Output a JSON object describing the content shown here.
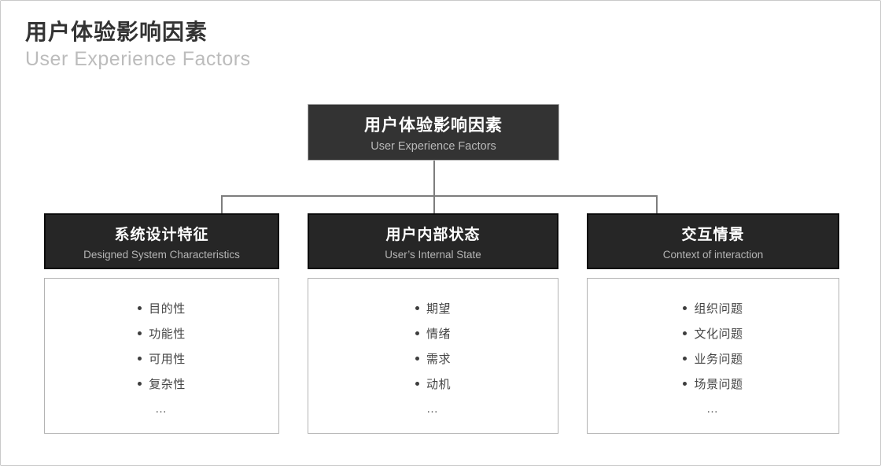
{
  "page": {
    "title_zh": "用户体验影响因素",
    "title_en": "User Experience Factors"
  },
  "root_node": {
    "title_zh": "用户体验影响因素",
    "subtitle_en": "User Experience Factors"
  },
  "branches": [
    {
      "title_zh": "系统设计特征",
      "subtitle_en": "Designed System Characteristics",
      "items": [
        "目的性",
        "功能性",
        "可用性",
        "复杂性"
      ],
      "more": "…"
    },
    {
      "title_zh": "用户内部状态",
      "subtitle_en": "User’s Internal State",
      "items": [
        "期望",
        "情绪",
        "需求",
        "动机"
      ],
      "more": "…"
    },
    {
      "title_zh": "交互情景",
      "subtitle_en": "Context of interaction",
      "items": [
        "组织问题",
        "文化问题",
        "业务问题",
        "场景问题"
      ],
      "more": "…"
    }
  ],
  "colors": {
    "root_box": "#333333",
    "branch_box": "#262626",
    "connector_line": "#7d7d7d",
    "light_border": "#b3b3b3",
    "subtitle_gray": "#b9b9b9",
    "title_dark": "#333333",
    "title_light": "#bcbcbc"
  }
}
